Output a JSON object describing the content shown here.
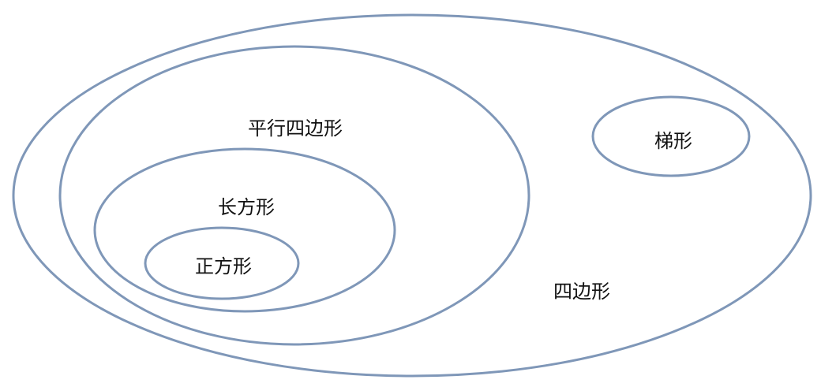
{
  "diagram": {
    "sets": {
      "quadrilateral": "四边形",
      "parallelogram": "平行四边形",
      "rectangle": "长方形",
      "square": "正方形",
      "trapezoid": "梯形"
    },
    "colors": {
      "outline": "#7f97b8",
      "text": "#111111",
      "background": "#ffffff"
    }
  }
}
